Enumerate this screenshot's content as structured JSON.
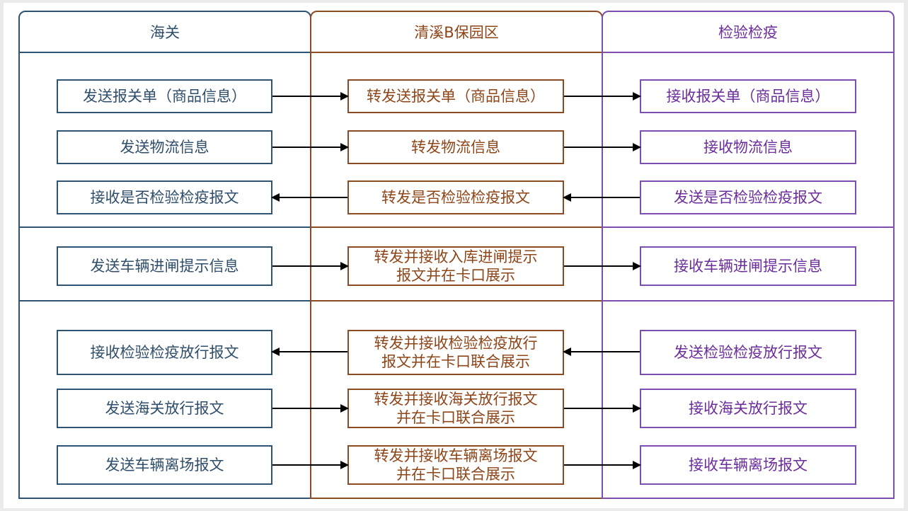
{
  "lanes": {
    "customs": "海关",
    "bonded": "清溪B保园区",
    "ciq": "检验检疫"
  },
  "colors": {
    "customs": "#2f4e6b",
    "bonded": "#8e4518",
    "ciq": "#6c2d9c",
    "arrow": "#000000"
  },
  "rows": [
    {
      "customs": "发送报关单（商品信息）",
      "bonded": "转发送报关单（商品信息）",
      "ciq": "接收报关单（商品信息）",
      "direction": "right"
    },
    {
      "customs": "发送物流信息",
      "bonded": "转发物流信息",
      "ciq": "接收物流信息",
      "direction": "right"
    },
    {
      "customs": "接收是否检验检疫报文",
      "bonded": "转发是否检验检疫报文",
      "ciq": "发送是否检验检疫报文",
      "direction": "left"
    },
    {
      "customs": "发送车辆进闸提示信息",
      "bonded": "转发并接收入库进闸提示\n报文并在卡口展示",
      "ciq": "接收车辆进闸提示信息",
      "direction": "right"
    },
    {
      "customs": "接收检验检疫放行报文",
      "bonded": "转发并接收检验检疫放行\n报文并在卡口联合展示",
      "ciq": "发送检验检疫放行报文",
      "direction": "left"
    },
    {
      "customs": "发送海关放行报文",
      "bonded": "转发并接收海关放行报文\n并在卡口联合展示",
      "ciq": "接收海关放行报文",
      "direction": "right"
    },
    {
      "customs": "发送车辆离场报文",
      "bonded": "转发并接收车辆离场报文\n并在卡口联合展示",
      "ciq": "接收车辆离场报文",
      "direction": "right"
    }
  ]
}
